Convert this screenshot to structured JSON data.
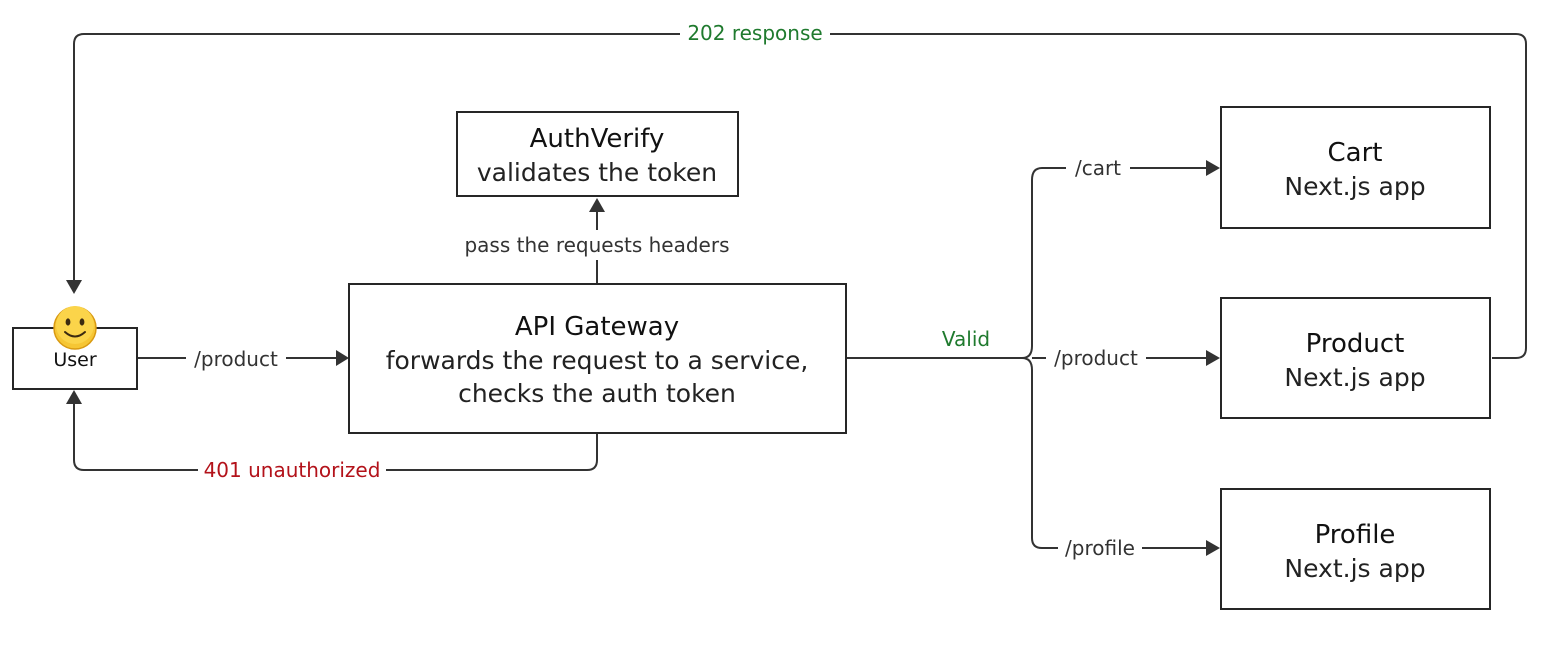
{
  "colors": {
    "stroke": "#333333",
    "success": "#1f7a2e",
    "error": "#b3121a",
    "emoji_face": "#f6c634"
  },
  "nodes": {
    "user": {
      "label": "User",
      "icon": "smiley-emoji-icon"
    },
    "auth_verify": {
      "title": "AuthVerify",
      "subtitle": "validates the token"
    },
    "api_gateway": {
      "title": "API Gateway",
      "line1": "forwards the request to a service,",
      "line2": "checks the auth token"
    },
    "cart": {
      "title": "Cart",
      "subtitle": "Next.js app"
    },
    "product": {
      "title": "Product",
      "subtitle": "Next.js app"
    },
    "profile": {
      "title": "Profile",
      "subtitle": "Next.js app"
    }
  },
  "edges": {
    "response_202": "202 response",
    "user_to_gateway": "/product",
    "pass_headers": "pass the requests headers",
    "unauthorized_401": "401 unauthorized",
    "valid": "Valid",
    "route_cart": "/cart",
    "route_product": "/product",
    "route_profile": "/profile"
  }
}
